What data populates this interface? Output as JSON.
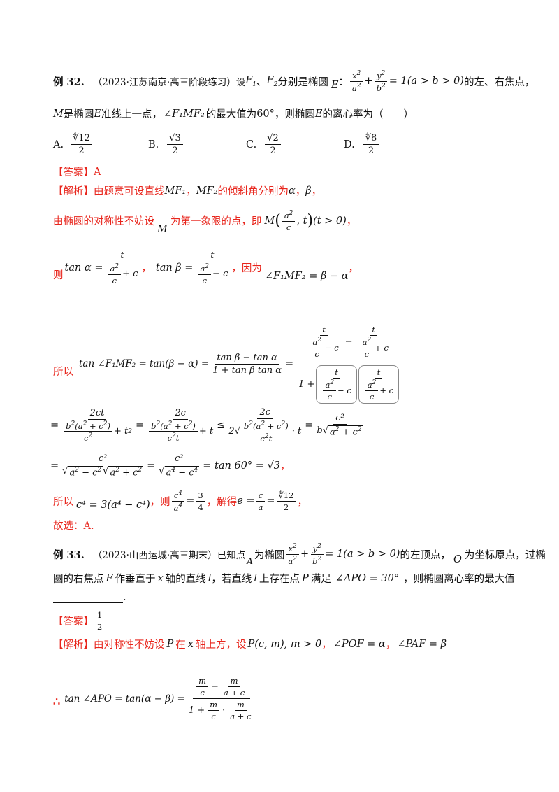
{
  "ex32": {
    "label": "例 32.",
    "source": "（2023·江苏南京·高三阶段练习）设",
    "F1": "F",
    "sep": "、",
    "F2": "F",
    "fenbie": "分别是椭圆",
    "E": "E",
    "colon": "：",
    "cond": "= 1(a > b > 0)",
    "tail": "的左、右焦点，",
    "line2a": "M",
    "line2b": " 是椭圆",
    "line2c": "E",
    "line2d": " 准线上一点，",
    "angle": "∠F₁MF₂",
    "line2e": "的最大值为",
    "deg": "60°",
    "line2f": "，则椭圆",
    "line2g": "E",
    "line2h": " 的离心率为（　　）",
    "options": [
      {
        "letter": "A.",
        "num": "∜12",
        "den": "2"
      },
      {
        "letter": "B.",
        "num": "√3",
        "den": "2"
      },
      {
        "letter": "C.",
        "num": "√2",
        "den": "2"
      },
      {
        "letter": "D.",
        "num": "∜8",
        "den": "2"
      }
    ],
    "answer_tag": "【答案】",
    "answer": "A",
    "analysis_tag": "【解析】",
    "a1": "由题意可设直线",
    "a1_mf1": "MF₁",
    "a1_comma": "，",
    "a1_mf2": "MF₂",
    "a1_b": "的倾斜角分别为",
    "a1_alpha": "α",
    "a1_c": "，",
    "a1_beta": "β",
    "a1_d": "，",
    "a2": "由椭圆的对称性不妨设",
    "a2_m": "M",
    "a2_b": "为第一象限的点，即",
    "a2_point_a": "M",
    "a2_point_t": ", t",
    "a2_cond": "(t > 0)",
    "a2_c": "，",
    "a3_ze": "则",
    "a3_tana": "tan α =",
    "a3_t": "t",
    "a3_plus": "+ c",
    "a3_comma": "，",
    "a3_tanb": "tan β =",
    "a3_minus": "− c",
    "a3_yinwei": "，因为",
    "a3_angle": "∠F₁MF₂ = β − α",
    "a3_end": "，",
    "a4_suoyi": "所以",
    "a4_lhs": "tan ∠F₁MF₂ = tan(β − α) =",
    "a4_num": "tan β − tan α",
    "a4_den": "1 + tan β tan α",
    "a4_eq": "=",
    "a5_eq": "=",
    "a5_2ct": "2ct",
    "a5_2c": "2c",
    "a5_le": "≤",
    "a5_c2": "c²",
    "a6_result": "= tan 60° = √3",
    "a6_end": "，",
    "a7_suoyi": "所以",
    "a7_eq": "c⁴ = 3(a⁴ − c⁴)",
    "a7_ze": "，则",
    "a7_ratio": "= ",
    "a7_34num": "3",
    "a7_34den": "4",
    "a7_jiede": "，解得",
    "a7_e": "e =",
    "a7_end": "，",
    "final": "故选：A."
  },
  "ex33": {
    "label": "例 33.",
    "source": "（2023·山西运城·高三期末）已知点",
    "A": "A",
    "b1": "为椭圆",
    "cond": "= 1(a > b > 0)",
    "b2": "的左顶点，",
    "O": "O",
    "b3": "为坐标原点，过椭",
    "line2a": "圆的右焦点",
    "F": "F",
    "line2b": "作垂直于",
    "x": "x",
    "line2c": "轴的直线",
    "l": "l",
    "line2d": "，若直线",
    "l2": "l",
    "line2e": "上存在点",
    "P": "P",
    "line2f": "满足",
    "angle": "∠APO = 30°",
    "line2g": "，则椭圆离心率的最大值",
    "period": ".",
    "answer_tag": "【答案】",
    "answer_num": "1",
    "answer_den": "2",
    "analysis_tag": "【解析】",
    "c1": "由对称性不妨设",
    "c1_P": "P",
    "c1_b": "在",
    "c1_x": "x",
    "c1_c": "轴上方，设",
    "c1_pt": "P(c, m), m > 0",
    "c1_d": "，",
    "c1_pof": "∠POF = α",
    "c1_e": "，",
    "c1_paf": "∠PAF = β",
    "c2_therefore": "∴",
    "c2_lhs": "tan ∠APO = tan(α − β) ="
  }
}
